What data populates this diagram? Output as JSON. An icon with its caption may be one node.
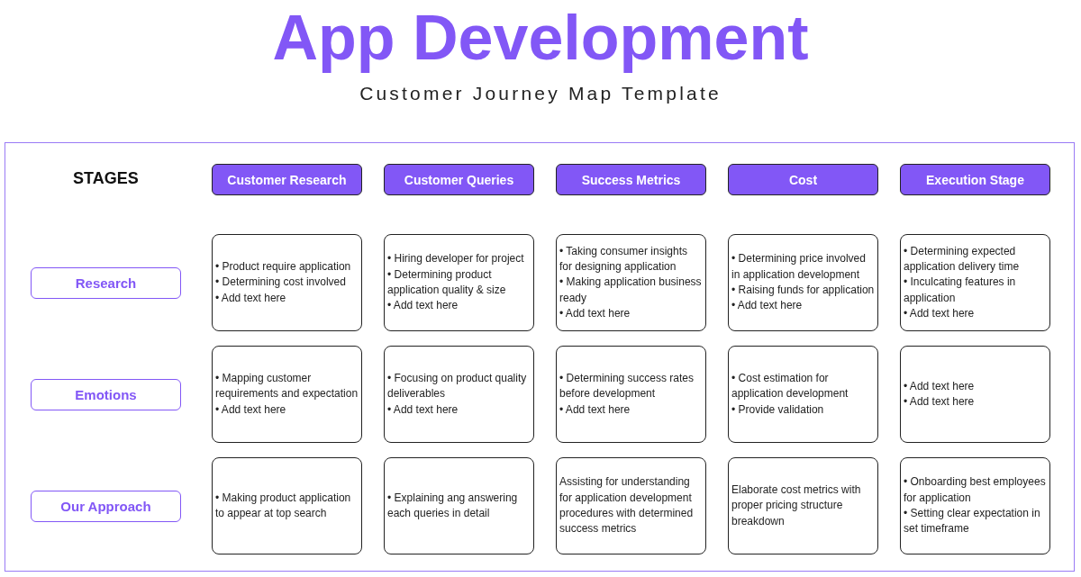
{
  "diagram": {
    "title": "App Development",
    "nodes": [
      {
        "text": [],
        "shape": "box"
      },
      {
        "text": [
          "Customer Research"
        ],
        "in": 0
      },
      {
        "text": [
          "Customer Queries"
        ],
        "in": 0
      },
      {
        "text": [
          "Success Metrics"
        ],
        "in": 0
      },
      {
        "text": [
          "Cost"
        ],
        "in": 0
      },
      {
        "text": [
          "Execution Stage"
        ],
        "in": 0
      },
      {
        "text": [
          "Research"
        ],
        "in": 0
      },
      {
        "text": [
          "• Product require application",
          "• Determining cost involved",
          "• Add text here"
        ],
        "in": 0
      },
      {
        "text": [
          "• Hiring developer for project",
          "• Determining product application quality & size",
          "• Add text here"
        ],
        "in": 0
      },
      {
        "text": [
          "• Taking consumer insights for designing application",
          "• Making application business ready",
          "• Add text here"
        ],
        "in": 0
      },
      {
        "text": [
          "• Determining price involved in application development",
          "• Raising funds for application",
          "• Add text here"
        ],
        "in": 0
      },
      {
        "text": [
          "• Determining expected application delivery time",
          "• Inculcating features in application",
          "• Add text here"
        ],
        "in": 0
      },
      {
        "text": [
          "Emotions"
        ],
        "in": 0
      },
      {
        "text": [
          "• Mapping customer requirements and expectation",
          "• Add text here"
        ],
        "in": 0
      },
      {
        "text": [
          "• Focusing on product quality deliverables",
          "• Add text here"
        ],
        "in": 0
      },
      {
        "text": [
          "• Determining success rates before development",
          "• Add text here"
        ],
        "in": 0
      },
      {
        "text": [
          "• Cost estimation for application development",
          "• Provide validation"
        ],
        "in": 0
      },
      {
        "text": [
          "• Add text here",
          "• Add text here"
        ],
        "in": 0
      },
      {
        "text": [
          "Our Approach"
        ],
        "in": 0
      },
      {
        "text": [
          "• Making product application to appear at top search"
        ],
        "in": 0
      },
      {
        "text": [
          "• Explaining ang answering each queries in detail"
        ],
        "in": 0
      },
      {
        "text": [
          "Assisting for understanding for application development procedures with determined success metrics"
        ],
        "in": 0
      },
      {
        "text": [
          "Elaborate cost metrics with proper pricing structure breakdown"
        ],
        "in": 0
      },
      {
        "text": [
          "• Onboarding best employees for application",
          "• Setting clear expectation in set timeframe"
        ],
        "in": 0
      }
    ],
    "labels": [
      "Customer Journey Map Template",
      "STAGES"
    ]
  }
}
